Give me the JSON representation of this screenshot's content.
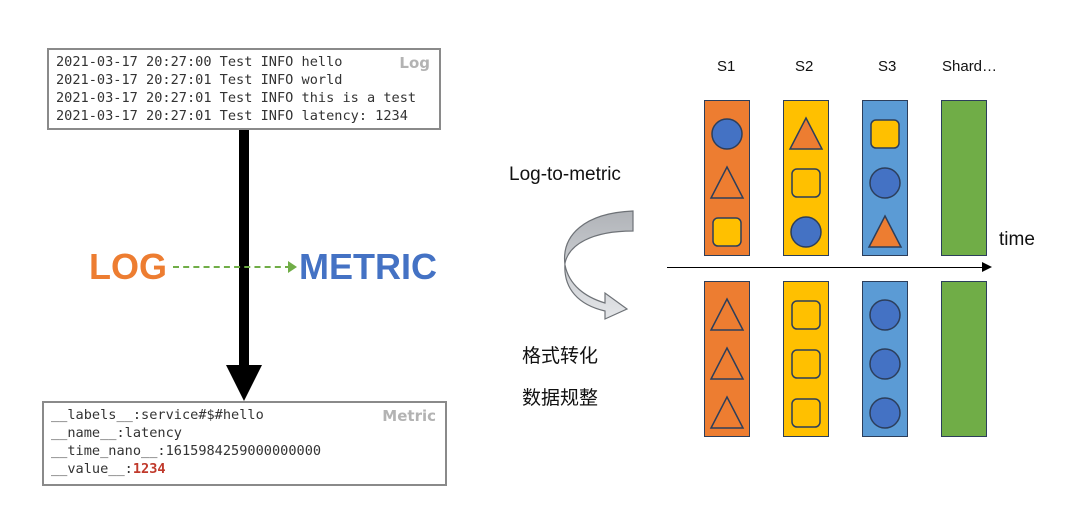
{
  "log_box": {
    "tag": "Log",
    "lines": [
      "2021-03-17 20:27:00 Test INFO hello",
      "2021-03-17 20:27:01 Test INFO world",
      "2021-03-17 20:27:01 Test INFO this is a test",
      "2021-03-17 20:27:01 Test INFO latency: 1234"
    ]
  },
  "metric_box": {
    "tag": "Metric",
    "line1": "__labels__:service#$#hello",
    "line2": "__name__:latency",
    "line3": "__time_nano__:1615984259000000000",
    "line4_key": "__value__:",
    "line4_value": "1234"
  },
  "conversion": {
    "from": "LOG",
    "to": "METRIC"
  },
  "process": {
    "title": "Log-to-metric",
    "step1": "格式转化",
    "step2": "数据规整"
  },
  "axis": {
    "label": "time"
  },
  "shards": [
    {
      "label": "S1",
      "color": "#ed7d31",
      "top": [
        "circle-icon",
        "triangle-icon",
        "square-icon"
      ],
      "bottom": [
        "triangle-icon",
        "triangle-icon",
        "triangle-icon"
      ]
    },
    {
      "label": "S2",
      "color": "#ffc000",
      "top": [
        "triangle-icon",
        "square-icon",
        "circle-icon"
      ],
      "bottom": [
        "square-icon",
        "square-icon",
        "square-icon"
      ]
    },
    {
      "label": "S3",
      "color": "#5b9bd5",
      "top": [
        "square-icon",
        "circle-icon",
        "triangle-icon"
      ],
      "bottom": [
        "circle-icon",
        "circle-icon",
        "circle-icon"
      ]
    },
    {
      "label": "Shard…",
      "color": "#70ad47",
      "top": [],
      "bottom": []
    }
  ],
  "colors": {
    "circle": "#4472c4",
    "square": "#ffc000",
    "triangle": "#ed7d31",
    "outline": "#2c3e5b"
  }
}
